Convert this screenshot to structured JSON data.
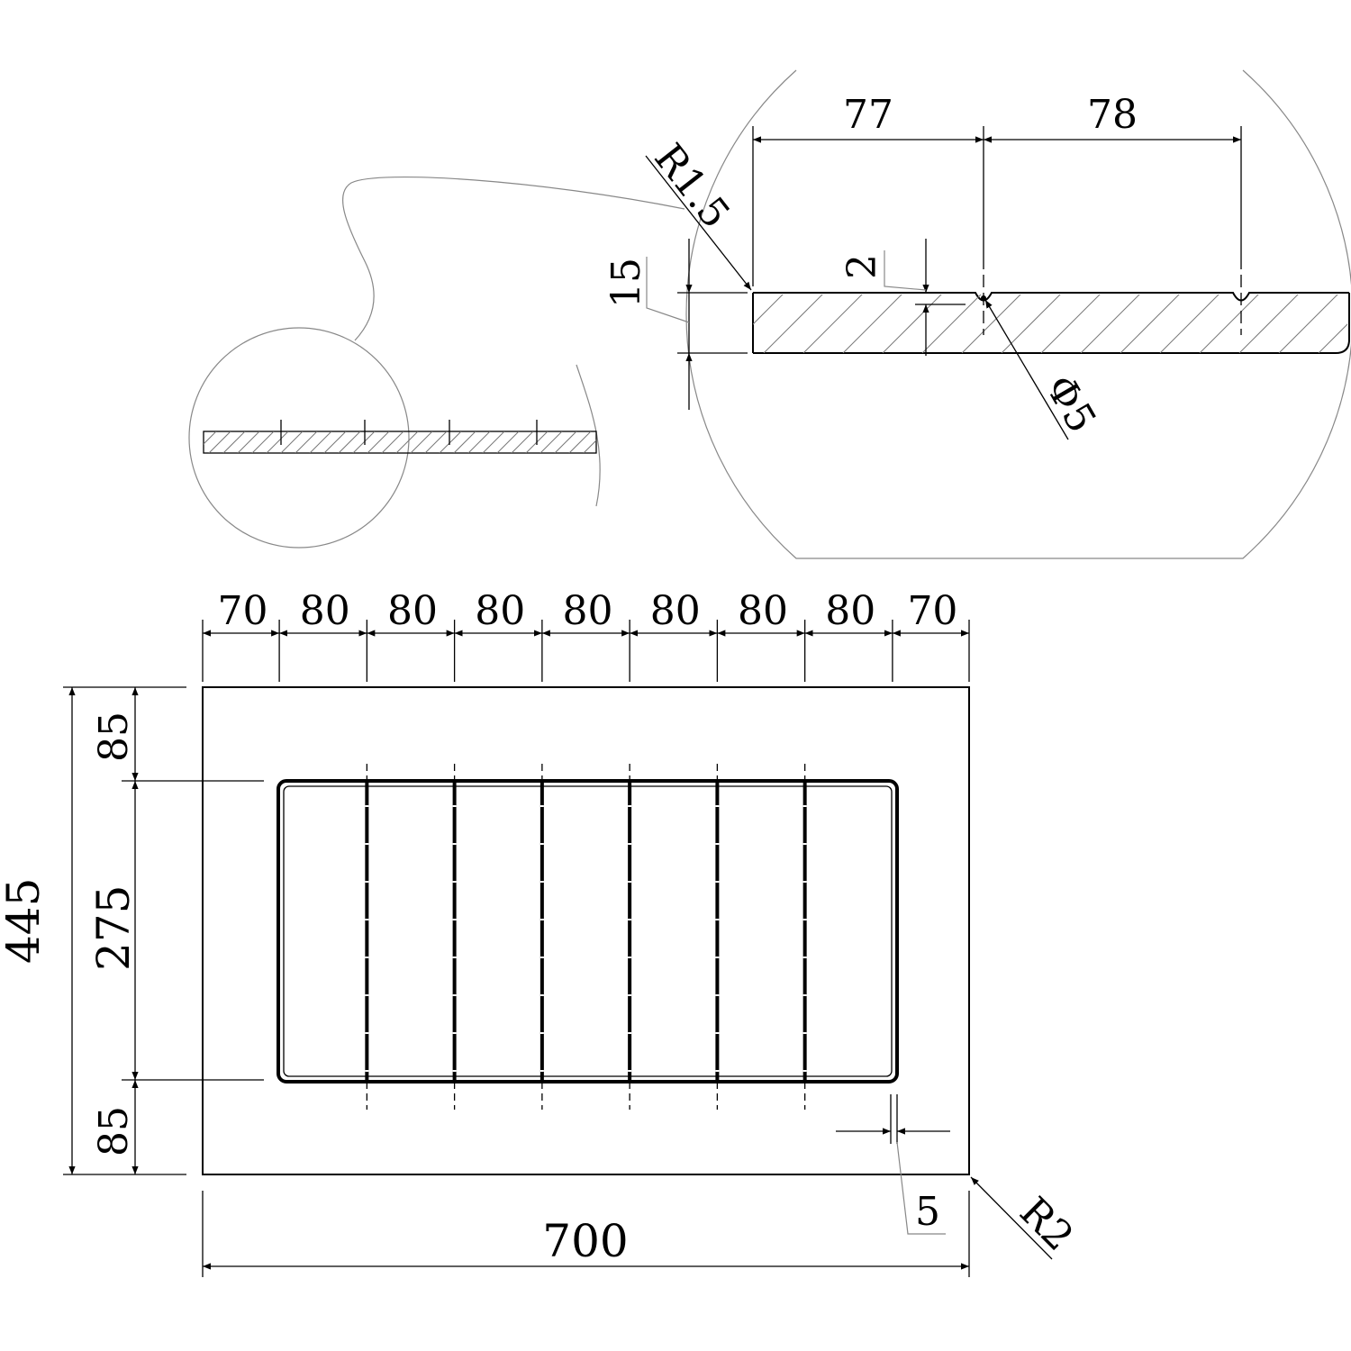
{
  "drawing": {
    "detail": {
      "spacing_left": "77",
      "spacing_right": "78",
      "edge_radius": "R1.5",
      "thickness": "15",
      "groove_depth": "2",
      "groove_diameter": "Φ5"
    },
    "plan": {
      "column_widths": [
        "70",
        "80",
        "80",
        "80",
        "80",
        "80",
        "80",
        "80",
        "70"
      ],
      "overall_height": "445",
      "top_margin": "85",
      "inner_height": "275",
      "bottom_margin": "85",
      "overall_width": "700",
      "rack_offset": "5",
      "corner_radius": "R2"
    }
  }
}
